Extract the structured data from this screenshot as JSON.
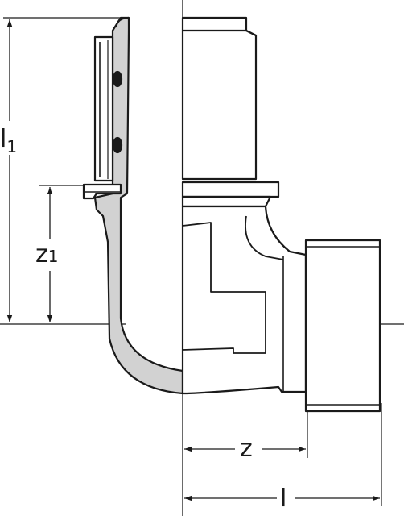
{
  "drawing": {
    "subject": "elbow-fitting-section",
    "colors": {
      "line": "#1a1a1a",
      "section_fill": "#d2d2d2",
      "background": "#ffffff"
    }
  },
  "dimensions": {
    "l1": {
      "main": "l",
      "sub": "1"
    },
    "z1": {
      "main": "z",
      "sub": "1"
    },
    "z": {
      "main": "z"
    },
    "l": {
      "main": "l"
    }
  }
}
